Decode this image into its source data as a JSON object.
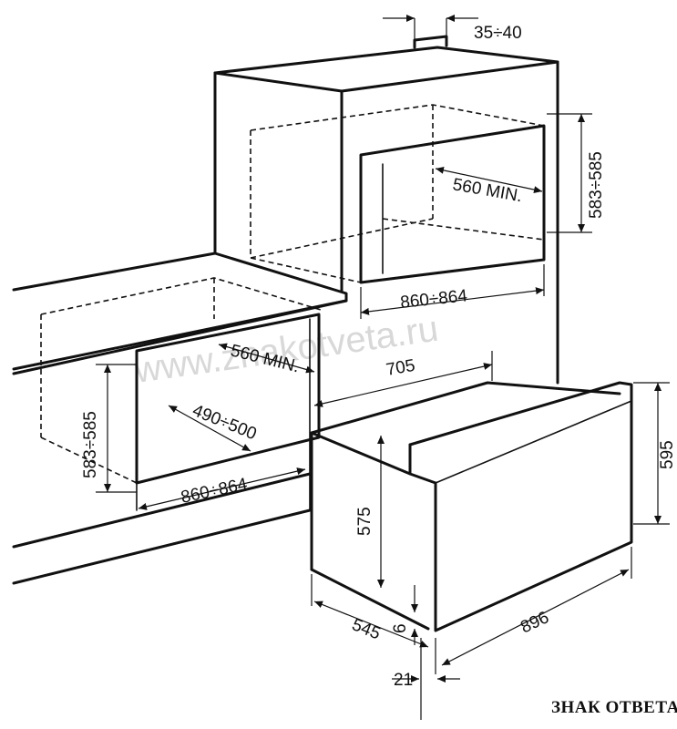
{
  "diagram": {
    "dimensions": {
      "top_gap": "35÷40",
      "upper_height": "583÷585",
      "upper_depth": "560 MIN.",
      "upper_width": "860÷864",
      "lower_depth": "560 MIN.",
      "lower_height": "583÷585",
      "lower_inner_depth": "490÷500",
      "lower_width": "860÷864",
      "oven_depth": "705",
      "oven_body_height": "575",
      "oven_height": "595",
      "oven_width": "896",
      "oven_side_depth": "545",
      "panel_offset": "6",
      "front_thickness": "21"
    },
    "watermark": "www.znakotveta.ru",
    "brand_label": "ЗНАК ОТВЕТА"
  }
}
